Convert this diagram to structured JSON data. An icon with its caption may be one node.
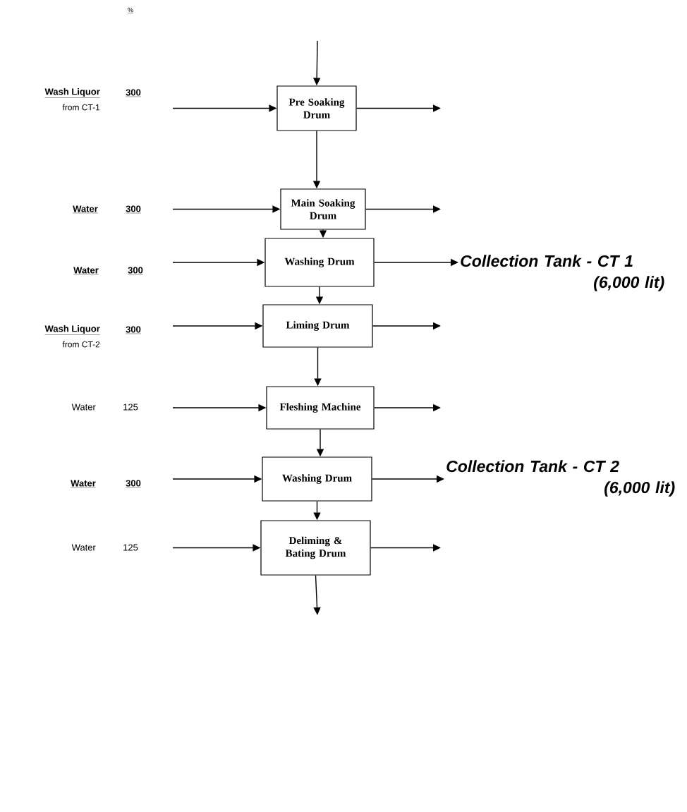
{
  "diagram": {
    "nodes": [
      {
        "text": [
          "Pre Soaking Drum"
        ]
      },
      {
        "text": [
          "Main Soaking Drum"
        ]
      },
      {
        "text": [
          "Washing Drum"
        ]
      },
      {
        "text": [
          "Liming Drum"
        ]
      },
      {
        "text": [
          "Fleshing Machine"
        ]
      },
      {
        "text": [
          "Washing Drum"
        ]
      },
      {
        "text": [
          "Deliming & Bating Drum"
        ]
      },
      {
        "text": [
          "Collection Tank - CT 1",
          "(6,000 lit)"
        ]
      },
      {
        "text": [
          "Collection Tank - CT 2",
          "(6,000 lit)"
        ]
      }
    ],
    "edges": [
      {
        "from": null,
        "to": 0,
        "arrow": "to"
      },
      {
        "from": 0,
        "to": 1,
        "arrow": "to"
      },
      {
        "from": 1,
        "to": 2,
        "arrow": "to"
      },
      {
        "from": 2,
        "to": 3,
        "arrow": "to"
      },
      {
        "from": 3,
        "to": 4,
        "arrow": "to"
      },
      {
        "from": 4,
        "to": 5,
        "arrow": "to"
      },
      {
        "from": 5,
        "to": 6,
        "arrow": "to"
      },
      {
        "from": 6,
        "to": null,
        "arrow": "to"
      },
      {
        "from": null,
        "to": 0,
        "arrow": "to"
      },
      {
        "from": null,
        "to": 1,
        "arrow": "to"
      },
      {
        "from": null,
        "to": 2,
        "arrow": "to"
      },
      {
        "from": null,
        "to": 3,
        "arrow": "to"
      },
      {
        "from": null,
        "to": 4,
        "arrow": "to"
      },
      {
        "from": null,
        "to": 5,
        "arrow": "to"
      },
      {
        "from": null,
        "to": 6,
        "arrow": "to"
      },
      {
        "from": 0,
        "to": null,
        "arrow": "to"
      },
      {
        "from": 1,
        "to": null,
        "arrow": "to"
      },
      {
        "from": 2,
        "to": 7,
        "arrow": "to"
      },
      {
        "from": 3,
        "to": null,
        "arrow": "to"
      },
      {
        "from": 4,
        "to": null,
        "arrow": "to"
      },
      {
        "from": 5,
        "to": 8,
        "arrow": "to"
      },
      {
        "from": 6,
        "to": null,
        "arrow": "to"
      }
    ],
    "labels": [
      "%",
      "Wash Liquor",
      "300",
      "from CT-1",
      "Water",
      "300",
      "Water",
      "300",
      "Wash Liquor",
      "300",
      "from CT-2",
      "Water",
      "125",
      "Water",
      "300",
      "Water",
      "125"
    ]
  }
}
